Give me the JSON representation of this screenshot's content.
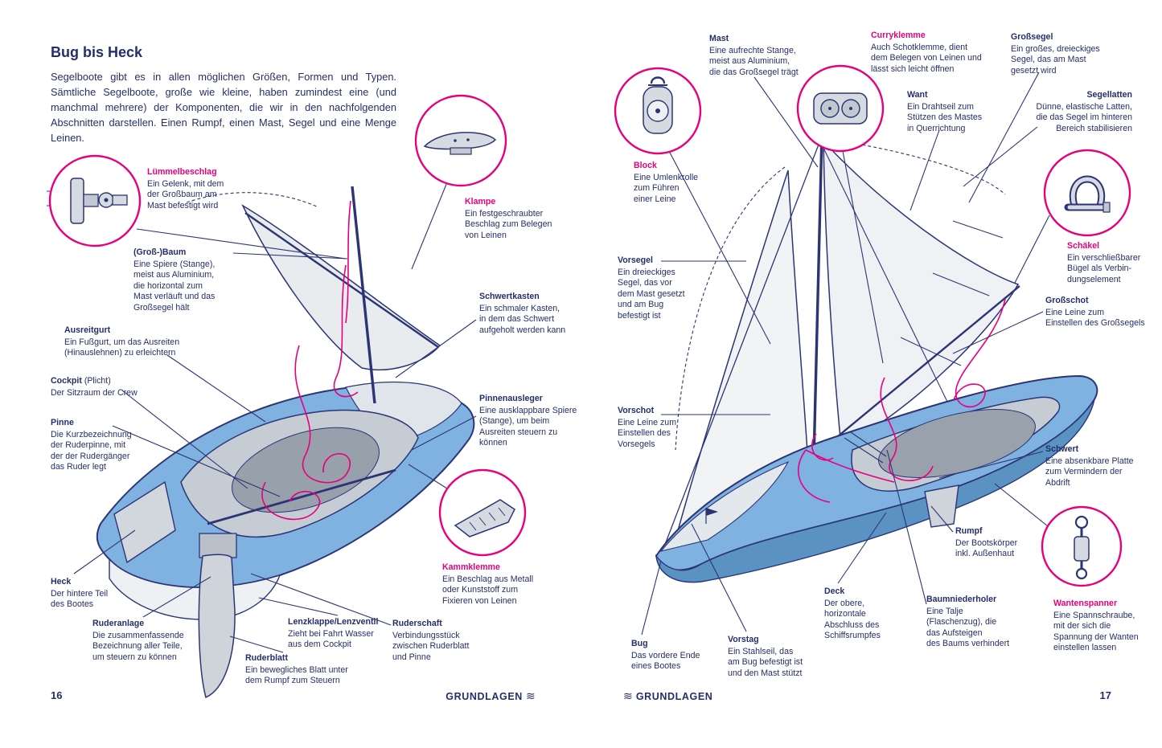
{
  "palette": {
    "navy": "#2b3575",
    "accent_pink": "#e6007e",
    "hull_blue": "#7fb2e0",
    "hull_blue_dark": "#5a92c4",
    "sail_gray": "#eff1f4"
  },
  "icons": {
    "wave_icon": "≋",
    "insets": [
      "gooseneck-fitting-inset",
      "horn-cleat-inset",
      "clam-cleat-inset",
      "pulley-block-inset",
      "cam-cleat-inset",
      "shackle-inset",
      "turnbuckle-inset"
    ]
  },
  "footer": {
    "label_left": "GRUNDLAGEN",
    "label_right": "GRUNDLAGEN",
    "page_left": "16",
    "page_right": "17"
  },
  "left_page": {
    "title": "Bug bis Heck",
    "intro": "Segelboote gibt es in allen möglichen Größen, Formen und Typen. Sämtliche Segelboote, große wie kleine, haben zumindest eine (und manchmal mehrere) der Komponenten, die wir in den nachfolgenden Abschnitten darstellen. Einen Rumpf, einen Mast, Segel und eine Menge Leinen.",
    "labels": [
      {
        "title": "Lümmelbeschlag",
        "body": "Ein Gelenk, mit dem\nder Großbaum am\nMast befestigt wird",
        "accent": true
      },
      {
        "title": "Klampe",
        "body": "Ein festgeschraubter\nBeschlag zum Belegen\nvon Leinen",
        "accent": true
      },
      {
        "title": "(Groß-)Baum",
        "body": "Eine Spiere (Stange),\nmeist aus Aluminium,\ndie horizontal zum\nMast verläuft und das\nGroßsegel hält",
        "accent": false
      },
      {
        "title": "Schwertkasten",
        "body": "Ein schmaler Kasten,\nin dem das Schwert\naufgeholt werden kann",
        "accent": false
      },
      {
        "title": "Ausreitgurt",
        "body": "Ein Fußgurt, um das Ausreiten\n(Hinauslehnen) zu erleichtern",
        "accent": false
      },
      {
        "title": "Cockpit",
        "suffix": "(Plicht)",
        "body": "Der Sitzraum der Crew",
        "accent": false
      },
      {
        "title": "Pinne",
        "body": "Die Kurzbezeichnung\nder Ruderpinne, mit\nder der Rudergänger\ndas Ruder legt",
        "accent": false
      },
      {
        "title": "Pinnenausleger",
        "body": "Eine ausklappbare Spiere\n(Stange), um beim\nAusreiten steuern zu\nkönnen",
        "accent": false
      },
      {
        "title": "Kammklemme",
        "body": "Ein Beschlag aus Metall\noder Kunststoff zum\nFixieren von Leinen",
        "accent": true
      },
      {
        "title": "Heck",
        "body": "Der hintere Teil\ndes Bootes",
        "accent": false
      },
      {
        "title": "Ruderanlage",
        "body": "Die zusammenfassende\nBezeichnung aller Teile,\num steuern zu können",
        "accent": false
      },
      {
        "title": "Lenzklappe/Lenzventil",
        "body": "Zieht bei Fahrt Wasser\naus dem Cockpit",
        "accent": false
      },
      {
        "title": "Ruderblatt",
        "body": "Ein bewegliches Blatt unter\ndem Rumpf zum Steuern",
        "accent": false
      },
      {
        "title": "Ruderschaft",
        "body": "Verbindungsstück\nzwischen Ruderblatt\nund Pinne",
        "accent": false
      }
    ]
  },
  "right_page": {
    "labels": [
      {
        "title": "Mast",
        "body": "Eine aufrechte Stange,\nmeist aus Aluminium,\ndie das Großsegel trägt",
        "accent": false
      },
      {
        "title": "Curryklemme",
        "body": "Auch Schotklemme, dient\ndem Belegen von Leinen und\nlässt sich leicht öffnen",
        "accent": true
      },
      {
        "title": "Großsegel",
        "body": "Ein großes, dreieckiges\nSegel, das am Mast\ngesetzt wird",
        "accent": false
      },
      {
        "title": "Want",
        "body": "Ein Drahtseil zum\nStützen des Mastes\nin Querrichtung",
        "accent": false
      },
      {
        "title": "Segellatten",
        "body": "Dünne, elastische Latten,\ndie das Segel im hinteren\nBereich stabilisieren",
        "accent": false
      },
      {
        "title": "Block",
        "body": "Eine Umlenkrolle\nzum Führen\neiner Leine",
        "accent": true
      },
      {
        "title": "Schäkel",
        "body": "Ein verschließbarer\nBügel als Verbin-\ndungselement",
        "accent": true
      },
      {
        "title": "Vorsegel",
        "body": "Ein dreieckiges\nSegel, das vor\ndem Mast gesetzt\nund am Bug\nbefestigt ist",
        "accent": false
      },
      {
        "title": "Großschot",
        "body": "Eine Leine zum\nEinstellen des Großsegels",
        "accent": false
      },
      {
        "title": "Vorschot",
        "body": "Eine Leine zum\nEinstellen des\nVorsegels",
        "accent": false
      },
      {
        "title": "Schwert",
        "body": "Eine absenkbare Platte\nzum Vermindern der\nAbdrift",
        "accent": false
      },
      {
        "title": "Rumpf",
        "body": "Der Bootskörper\ninkl. Außenhaut",
        "accent": false
      },
      {
        "title": "Deck",
        "body": "Der obere,\nhorizontale\nAbschluss des\nSchiffsrumpfes",
        "accent": false
      },
      {
        "title": "Baumniederholer",
        "body": "Eine Talje\n(Flaschenzug), die\ndas Aufsteigen\ndes Baums verhindert",
        "accent": false
      },
      {
        "title": "Wantenspanner",
        "body": "Eine Spannschraube,\nmit der sich die\nSpannung der Wanten\neinstellen lassen",
        "accent": true
      },
      {
        "title": "Bug",
        "body": "Das vordere Ende\neines Bootes",
        "accent": false
      },
      {
        "title": "Vorstag",
        "body": "Ein Stahlseil, das\nam Bug befestigt ist\nund den Mast stützt",
        "accent": false
      }
    ]
  }
}
